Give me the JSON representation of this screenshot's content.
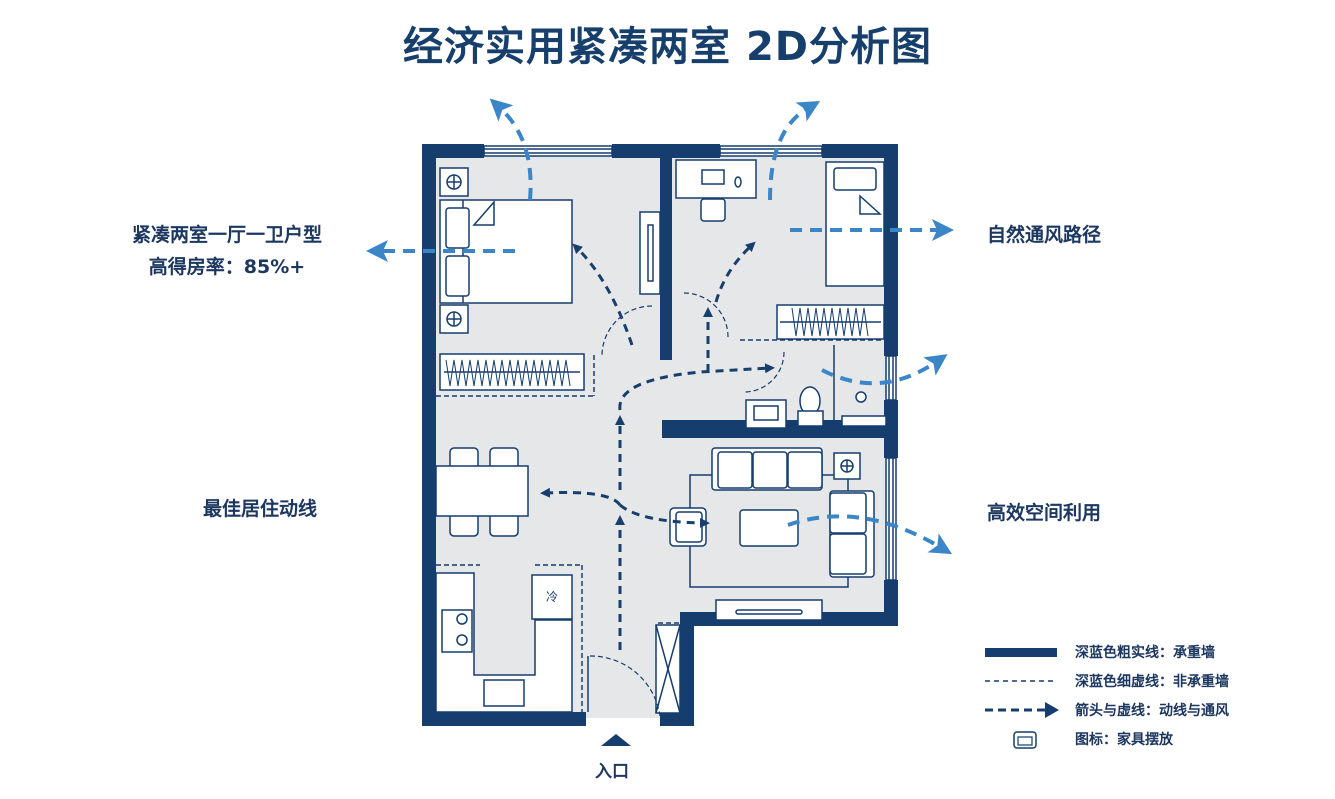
{
  "title": "经济实用紧凑两室 2D分析图",
  "annotations": {
    "layout_type": "紧凑两室一厅一卫户型",
    "efficiency": "高得房率：85%+",
    "circulation": "最佳居住动线",
    "ventilation": "自然通风路径",
    "space_use": "高效空间利用"
  },
  "entrance": {
    "label": "入口",
    "icon": "up-triangle-icon"
  },
  "rooms": [
    {
      "name": "master-bedroom",
      "furniture": [
        "double-bed",
        "nightstand",
        "nightstand",
        "wardrobe",
        "tv-unit"
      ]
    },
    {
      "name": "second-bedroom",
      "furniture": [
        "single-bed",
        "desk",
        "chair",
        "wardrobe"
      ]
    },
    {
      "name": "bathroom",
      "furniture": [
        "sink",
        "toilet",
        "shower"
      ]
    },
    {
      "name": "living-room",
      "furniture": [
        "three-seat-sofa",
        "two-seat-sofa",
        "armchair",
        "coffee-table",
        "side-table",
        "tv-cabinet"
      ]
    },
    {
      "name": "dining",
      "furniture": [
        "dining-table",
        "chair",
        "chair",
        "chair",
        "chair"
      ]
    },
    {
      "name": "kitchen",
      "furniture": [
        "stove",
        "sink",
        "fridge"
      ],
      "fridge_label": "冷"
    }
  ],
  "legend": [
    {
      "icon": "solid-thick-line",
      "text": "深蓝色粗实线：承重墙"
    },
    {
      "icon": "thin-dashed-line",
      "text": "深蓝色细虚线：非承重墙"
    },
    {
      "icon": "dashed-arrow",
      "text": "箭头与虚线：动线与通风"
    },
    {
      "icon": "armchair-icon",
      "text": "图标：家具摆放"
    }
  ],
  "colors": {
    "wall": "#153d6e",
    "floor": "#e6e7e9",
    "furniture_fill": "#ffffff",
    "circulation_arrow": "#173f6c",
    "ventilation_arrow": "#3a86c8",
    "title": "#173f6c"
  }
}
